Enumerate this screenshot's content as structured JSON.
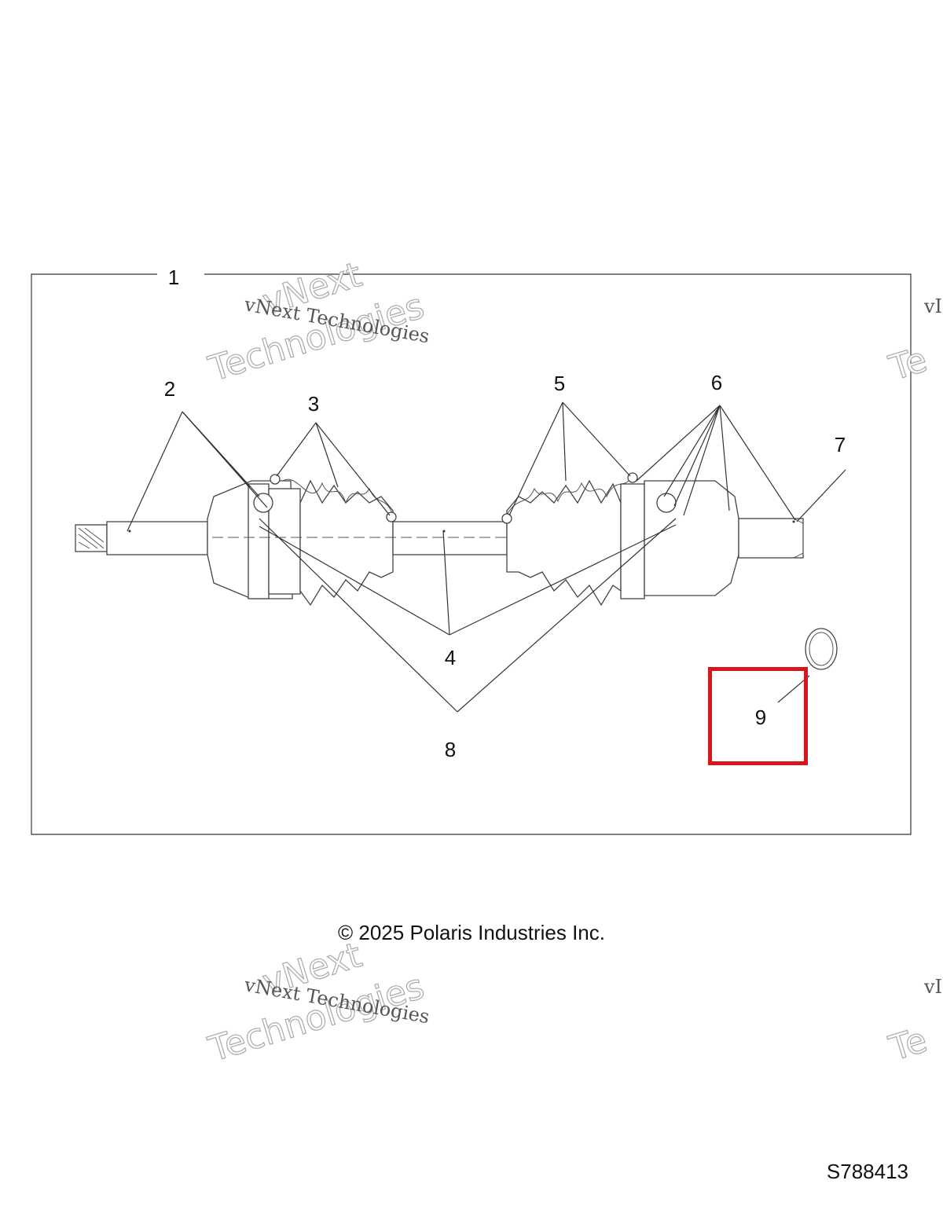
{
  "callouts": {
    "c1": "1",
    "c2": "2",
    "c3": "3",
    "c4": "4",
    "c5": "5",
    "c6": "6",
    "c7": "7",
    "c8": "8",
    "c9": "9"
  },
  "watermark": {
    "serif_text": "vNext Technologies",
    "outline_line1": "vNext",
    "outline_line2": "Technologies",
    "edge_serif_fragment": "vI",
    "edge_outline_fragment": "Te"
  },
  "copyright": "© 2025 Polaris Industries Inc.",
  "drawing_number": "S788413",
  "colors": {
    "highlight": "#d9141b",
    "linework": "#333333"
  }
}
